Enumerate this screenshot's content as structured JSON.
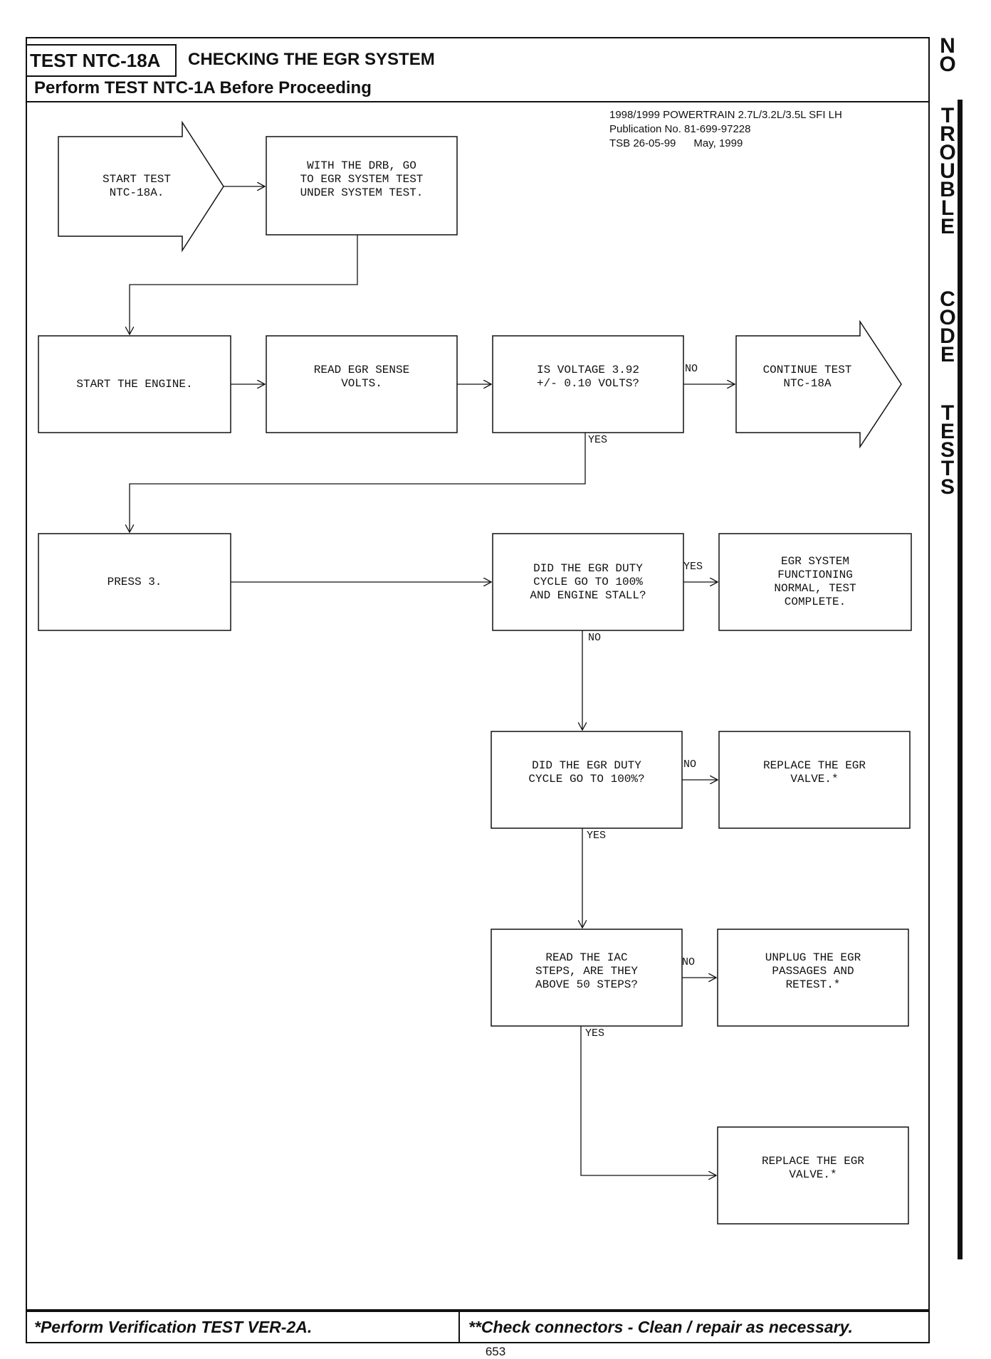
{
  "header": {
    "test_id": "TEST NTC-18A",
    "title": "CHECKING THE EGR SYSTEM",
    "subtitle": "Perform TEST NTC-1A Before Proceeding",
    "publication": "1998/1999 POWERTRAIN 2.7L/3.2L/3.5L SFI LH\nPublication No. 81-699-97228\nTSB 26-05-99      May, 1999"
  },
  "side_label": [
    "N",
    "O",
    "T",
    "R",
    "O",
    "U",
    "B",
    "L",
    "E",
    "C",
    "O",
    "D",
    "E",
    "T",
    "E",
    "S",
    "T",
    "S"
  ],
  "nodes": {
    "start": "START TEST\nNTC-18A.",
    "drb": "WITH THE DRB, GO\nTO EGR SYSTEM TEST\nUNDER SYSTEM TEST.",
    "start_engine": "START THE ENGINE.",
    "read_volts": "READ EGR SENSE\nVOLTS.",
    "voltage_q": "IS VOLTAGE 3.92\n+/- 0.10 VOLTS?",
    "continue": "CONTINUE TEST\nNTC-18A",
    "press3": "PRESS 3.",
    "stall_q": "DID THE EGR DUTY\nCYCLE GO TO 100%\nAND ENGINE STALL?",
    "complete": "EGR SYSTEM\nFUNCTIONING\nNORMAL, TEST\nCOMPLETE.",
    "duty_q": "DID THE EGR DUTY\nCYCLE GO TO 100%?",
    "replace1": "REPLACE THE EGR\nVALVE.*",
    "iac_q": "READ THE IAC\nSTEPS, ARE THEY\nABOVE 50 STEPS?",
    "unplug": "UNPLUG THE EGR\nPASSAGES AND\nRETEST.*",
    "replace2": "REPLACE THE EGR\nVALVE.*"
  },
  "labels": {
    "no1": "NO",
    "yes1": "YES",
    "yes2": "YES",
    "no2": "NO",
    "no3": "NO",
    "yes3": "YES",
    "no4": "NO",
    "yes4": "YES"
  },
  "footer": {
    "left": "*Perform Verification TEST VER-2A.",
    "right": "**Check connectors - Clean / repair as necessary.",
    "page": "653"
  }
}
